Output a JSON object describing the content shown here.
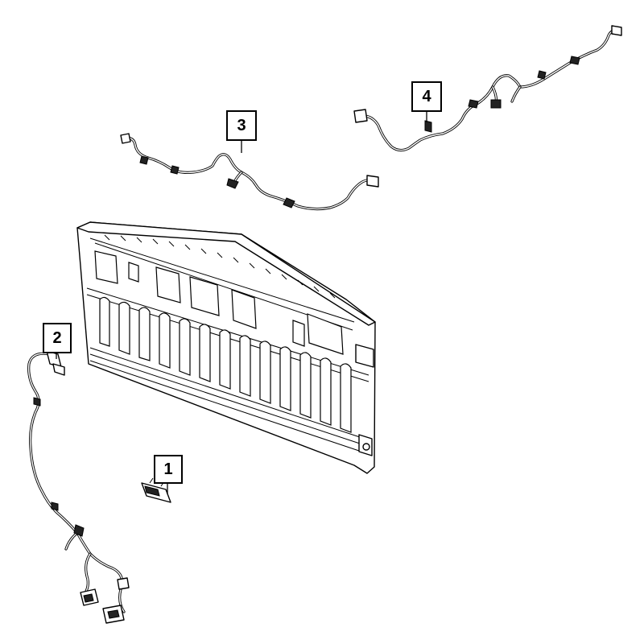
{
  "callouts": [
    {
      "id": "1",
      "label": "1"
    },
    {
      "id": "2",
      "label": "2"
    },
    {
      "id": "3",
      "label": "3"
    },
    {
      "id": "4",
      "label": "4"
    }
  ],
  "parts": [
    {
      "callout": "1",
      "icon": "connector-bracket-icon"
    },
    {
      "callout": "2",
      "icon": "wiring-harness-icon"
    },
    {
      "callout": "3",
      "icon": "wiring-harness-icon"
    },
    {
      "callout": "4",
      "icon": "wiring-harness-icon"
    }
  ],
  "colors": {
    "line": "#000000",
    "background": "#ffffff"
  }
}
